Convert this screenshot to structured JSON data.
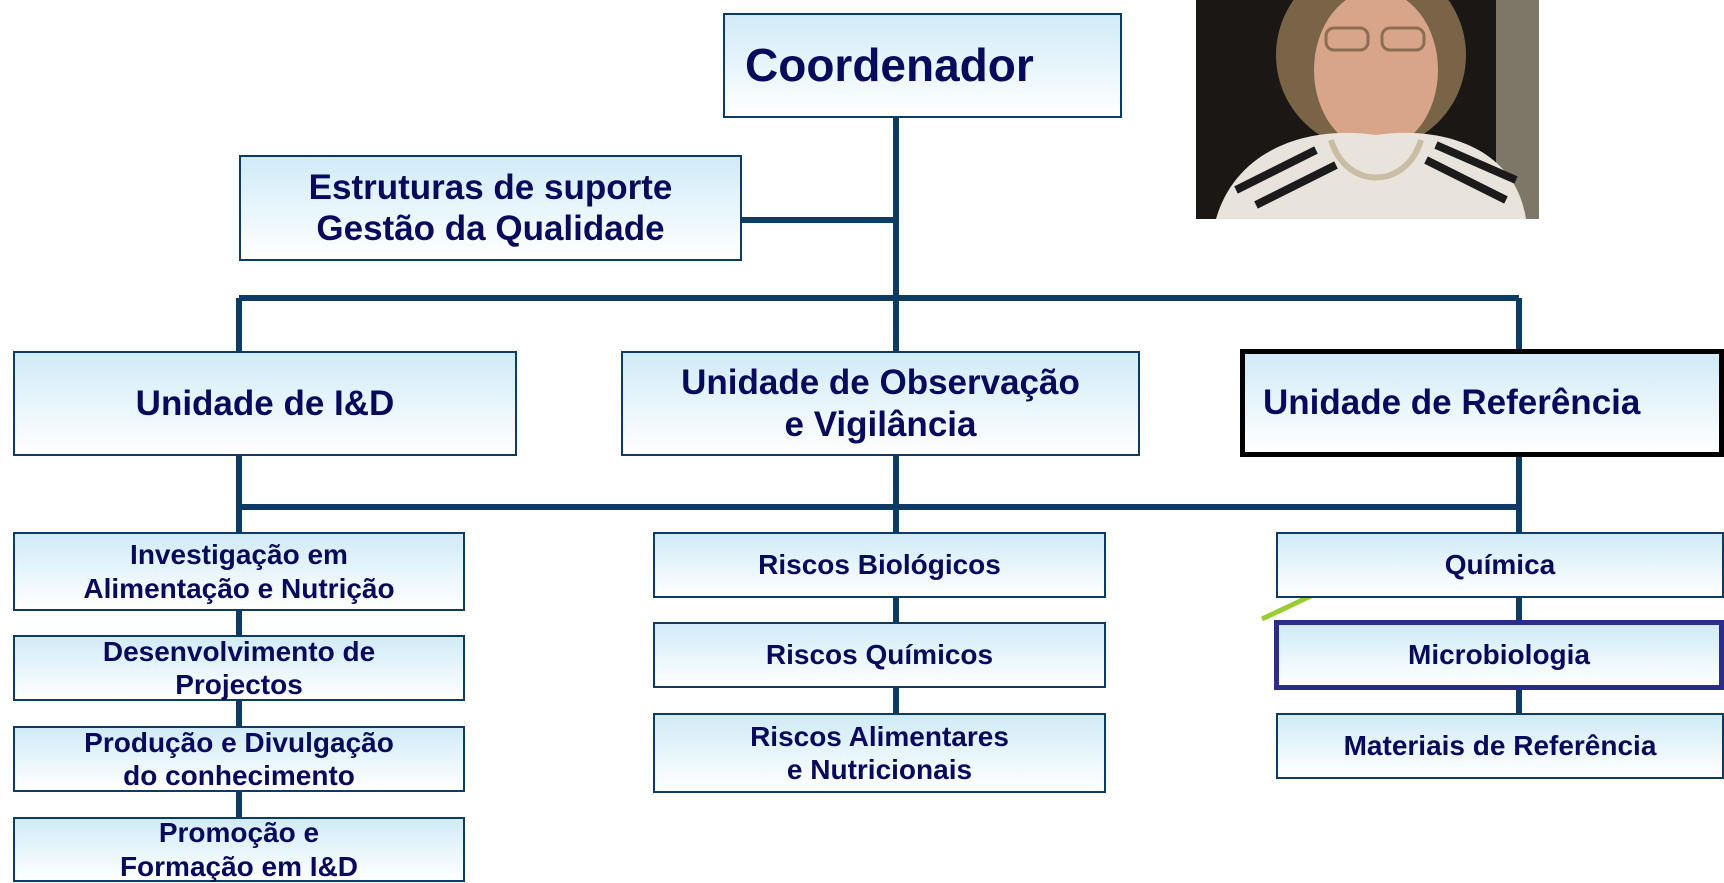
{
  "coordinator": {
    "label": "Coordenador"
  },
  "support": {
    "label": "Estruturas de suporte\nGestão da Qualidade"
  },
  "units": {
    "rd": {
      "label": "Unidade de I&D"
    },
    "observation": {
      "label": "Unidade de Observação\ne Vigilância"
    },
    "reference": {
      "label": "Unidade de Referência"
    }
  },
  "rd_items": [
    {
      "label": "Investigação em\nAlimentação e Nutrição"
    },
    {
      "label": "Desenvolvimento de\nProjectos"
    },
    {
      "label": "Produção e Divulgação\ndo conhecimento"
    },
    {
      "label": "Promoção e\nFormação em I&D"
    }
  ],
  "observation_items": [
    {
      "label": "Riscos Biológicos"
    },
    {
      "label": "Riscos Químicos"
    },
    {
      "label": "Riscos Alimentares\ne Nutricionais"
    }
  ],
  "reference_items": [
    {
      "label": "Química"
    },
    {
      "label": "Microbiologia"
    },
    {
      "label": "Materiais de Referência"
    }
  ],
  "colors": {
    "connector": "#0e3b63",
    "text": "#0a0a5c",
    "arrow": "#9acd32",
    "highlight_unit": "#000000",
    "highlight_item": "#2b2e84"
  },
  "photo": {
    "description_icon": "portrait-photo"
  }
}
